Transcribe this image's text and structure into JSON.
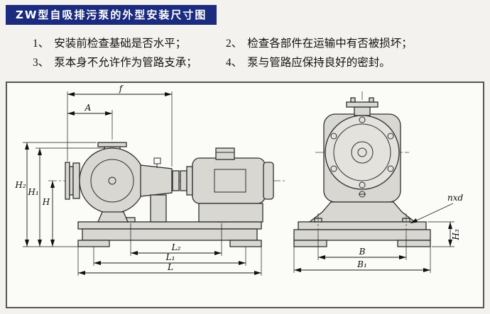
{
  "title": "ZW型自吸排污泵的外型安装尺寸图",
  "notes": [
    {
      "num": "1、",
      "text": "安装前检查基础是否水平；"
    },
    {
      "num": "2、",
      "text": "检查各部件在运输中有否被损坏；"
    },
    {
      "num": "3、",
      "text": "泵本身不允许作为管路支承；"
    },
    {
      "num": "4、",
      "text": "泵与管路应保持良好的密封。"
    }
  ],
  "diagram": {
    "labels": {
      "f": "f",
      "A": "A",
      "H2": "H₂",
      "H1": "H₁",
      "H": "H",
      "L2": "L₂",
      "L1": "L₁",
      "L": "L",
      "B": "B",
      "B1": "B₁",
      "nxd": "nxd",
      "H3": "H₃"
    }
  },
  "colors": {
    "title_bg": "#1b2b7d",
    "title_fg": "#ffffff",
    "line": "#2e2e2e",
    "body_fill": "#d8d7d2"
  }
}
